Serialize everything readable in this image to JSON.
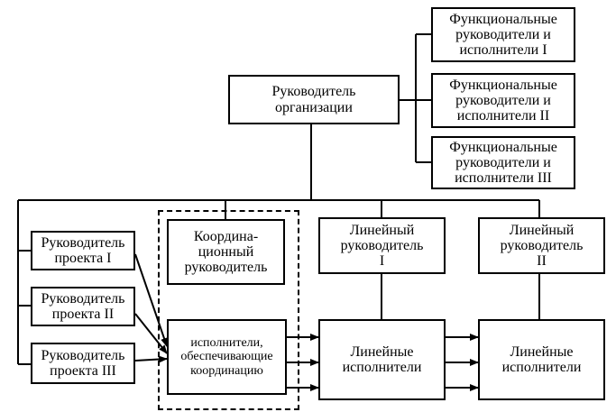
{
  "nodes": {
    "head": "Руководитель\nорганизации",
    "func1": "Функциональные\nруководители и\nисполнители I",
    "func2": "Функциональные\nруководители и\nисполнители II",
    "func3": "Функциональные\nруководители и\nисполнители III",
    "proj1": "Руководитель\nпроекта I",
    "proj2": "Руководитель\nпроекта II",
    "proj3": "Руководитель\nпроекта III",
    "coord_manager": "Координа-\nционный\nруководитель",
    "coord_performers": "исполнители,\nобеспечивающие\nкоординацию",
    "line1": "Линейный\nруководитель\nI",
    "line2": "Линейный\nруководитель\nII",
    "perf1": "Линейные\nисполнители",
    "perf2": "Линейные\nисполнители"
  },
  "edges": [
    [
      "head",
      "func1"
    ],
    [
      "head",
      "func2"
    ],
    [
      "head",
      "func3"
    ],
    [
      "head",
      "proj1"
    ],
    [
      "head",
      "proj2"
    ],
    [
      "head",
      "proj3"
    ],
    [
      "head",
      "coord_manager"
    ],
    [
      "head",
      "line1"
    ],
    [
      "head",
      "line2"
    ],
    [
      "proj1",
      "coord_performers"
    ],
    [
      "proj2",
      "coord_performers"
    ],
    [
      "proj3",
      "coord_performers"
    ],
    [
      "coord_performers",
      "perf1"
    ],
    [
      "perf1",
      "perf2"
    ],
    [
      "line1",
      "perf1"
    ],
    [
      "line2",
      "perf2"
    ]
  ]
}
